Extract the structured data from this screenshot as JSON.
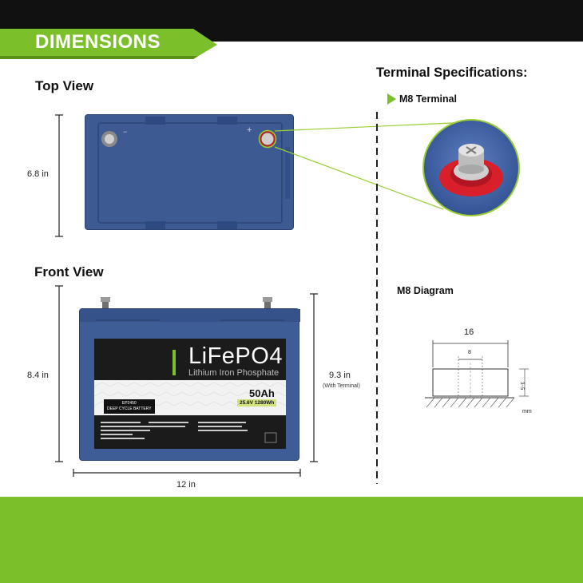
{
  "banner": {
    "title": "DIMENSIONS",
    "color": "#7bc02a"
  },
  "top_view": {
    "title": "Top View",
    "height_label": "6.8 in",
    "neg_symbol": "−",
    "pos_symbol": "+"
  },
  "front_view": {
    "title": "Front View",
    "height_label": "8.4 in",
    "total_height_label": "9.3  in",
    "total_height_note": "(With Terminal)",
    "width_label": "12 in"
  },
  "battery_label": {
    "brand": "LiFePO4",
    "chemistry": "Lithium Iron Phosphate",
    "capacity": "50Ah",
    "voltage_energy": "25.6V 1280Wh",
    "model": "EP2450",
    "type": "DEEP CYCLE BATTERY"
  },
  "terminal_specs": {
    "heading": "Terminal Specifications:",
    "terminal": "M8 Terminal",
    "diagram_heading": "M8 Diagram",
    "width_outer": "16",
    "width_inner": "8",
    "depth": "3~5",
    "unit": "mm"
  },
  "colors": {
    "battery_blue": "#3e5c95",
    "accent_green": "#7bc02a",
    "terminal_red": "#d81f2a"
  }
}
